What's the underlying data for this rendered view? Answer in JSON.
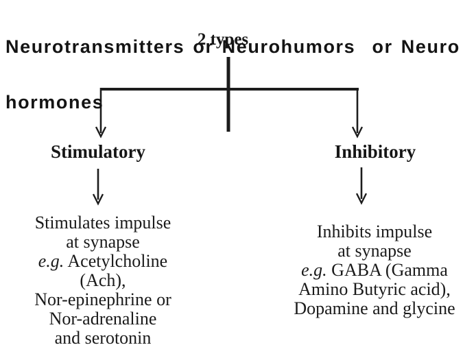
{
  "title": {
    "line1": "Neurotransmitters or Neurohumors  or Neuro",
    "line2": "hormones"
  },
  "root_label": "2 types",
  "branches": {
    "left": {
      "heading": "Stimulatory",
      "lines": [
        "Stimulates impulse",
        "at synapse",
        {
          "italic": "e.g.",
          "text": " Acetylcholine"
        },
        "(Ach),",
        "Nor-epinephrine or",
        "Nor-adrenaline",
        "and serotonin"
      ]
    },
    "right": {
      "heading": "Inhibitory",
      "lines": [
        "Inhibits impulse",
        "at synapse",
        {
          "italic": "e.g.",
          "text": " GABA (Gamma"
        },
        "Amino Butyric acid),",
        "Dopamine and glycine"
      ]
    }
  },
  "colors": {
    "ink": "#1c1c1c",
    "background": "#ffffff"
  }
}
